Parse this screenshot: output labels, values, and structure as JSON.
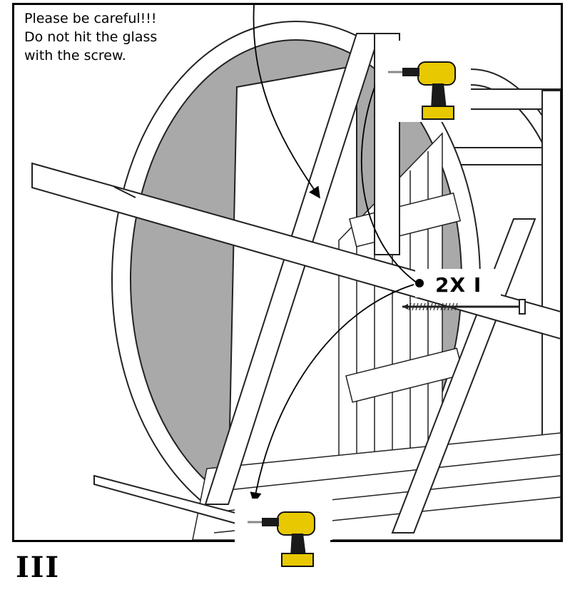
{
  "warning": {
    "lines": [
      "Please be careful!!!",
      "Do not hit the glass",
      "with the screw."
    ]
  },
  "callout": {
    "quantity_label": "2X I",
    "part": "screw"
  },
  "step": {
    "number": "III"
  },
  "icons": [
    "drill-icon",
    "drill-icon",
    "screw-icon"
  ],
  "colors": {
    "outline": "#000000",
    "glass": "#a9a9a9",
    "wood": "#ffffff",
    "drill_yellow": "#e8c800",
    "drill_black": "#1a1a1a"
  }
}
